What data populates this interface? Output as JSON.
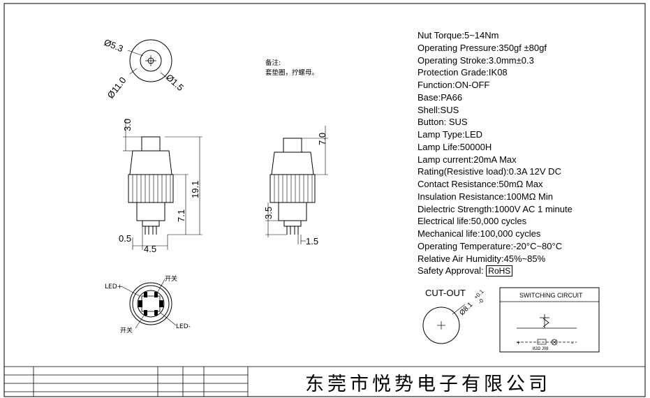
{
  "specs": [
    {
      "label": "Nut Torque",
      "value": "5~14Nm"
    },
    {
      "label": "Operating Pressure",
      "value": "350gf ±80gf"
    },
    {
      "label": "Operating Stroke",
      "value": "3.0mm±0.3"
    },
    {
      "label": "Protection Grade",
      "value": "IK08"
    },
    {
      "label": "Function",
      "value": "ON-OFF"
    },
    {
      "label": "Base",
      "value": "PA66"
    },
    {
      "label": "Shell",
      "value": "SUS"
    },
    {
      "label": "Button",
      "value": " SUS"
    },
    {
      "label": "Lamp Type",
      "value": "LED"
    },
    {
      "label": "Lamp Life",
      "value": "50000H"
    },
    {
      "label": "Lamp current",
      "value": "20mA Max"
    },
    {
      "label": "Rating(Resistive load)",
      "value": "0.3A 12V DC"
    },
    {
      "label": "Contact Resistance",
      "value": "50mΩ Max"
    },
    {
      "label": "Insulation Resistance",
      "value": "100MΩ Min"
    },
    {
      "label": "Dielectric Strength",
      "value": "1000V AC 1 minute"
    },
    {
      "label": "Electrical life",
      "value": "50,000 cycles"
    },
    {
      "label": "Mechanical life",
      "value": "100,000 cycles"
    },
    {
      "label": "Operating Temperature",
      "value": "-20°C~80°C"
    },
    {
      "label": "Relative Air Humidity",
      "value": "45%~85%"
    }
  ],
  "safety": {
    "label": "Safety Approval:",
    "value": "RoHS"
  },
  "note": {
    "title": "备注:",
    "text": "套垫圈，拧螺母。"
  },
  "dimensions": {
    "d53": "Ø5.3",
    "d110": "Ø11.0",
    "d15": "Ø1.5",
    "h30": "3.0",
    "h191": "19.1",
    "h71": "7.1",
    "w05": "0.5",
    "w45": "4.5",
    "h70": "7.0",
    "h35": "3.5",
    "w15": "1.5"
  },
  "bottom_view": {
    "led_plus": "LED+",
    "switch_top": "开关",
    "switch_bottom": "开关",
    "led_minus": "LED-"
  },
  "cutout": {
    "title": "CUT-OUT",
    "diameter": "Ø8.1",
    "tol_plus": "+0.1",
    "tol_minus": "-0"
  },
  "switching_circuit": {
    "title": "SWITCHING CIRCUIT",
    "resistor": "82Ω J08",
    "plus": "+",
    "minus": "-"
  },
  "company": "东莞市悦势电子有限公司"
}
